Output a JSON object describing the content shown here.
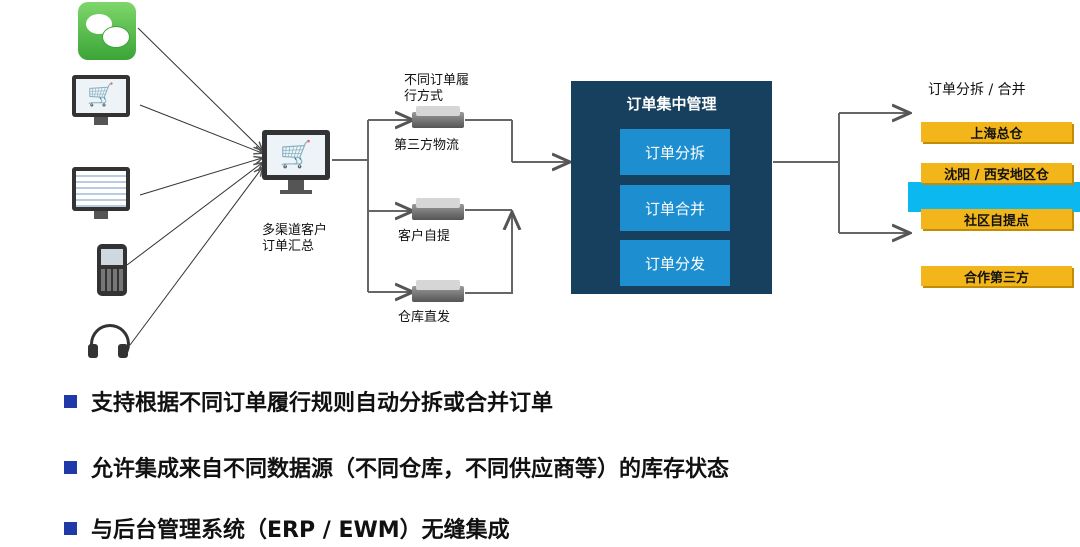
{
  "channels": {
    "hub_label_line1": "多渠道客户",
    "hub_label_line2": "订单汇总"
  },
  "fulfillment": {
    "header_line1": "不同订单履",
    "header_line2": "行方式",
    "options": [
      {
        "label": "第三方物流"
      },
      {
        "label": "客户自提"
      },
      {
        "label": "仓库直发"
      }
    ]
  },
  "center": {
    "title": "订单集中管理",
    "buttons": [
      {
        "label": "订单分拆"
      },
      {
        "label": "订单合并"
      },
      {
        "label": "订单分发"
      }
    ]
  },
  "destinations": {
    "header": "订单分拆 / 合并",
    "items": [
      {
        "label": "上海总仓"
      },
      {
        "label": "沈阳 / 西安地区仓"
      },
      {
        "label": "社区自提点"
      },
      {
        "label": "合作第三方"
      }
    ]
  },
  "bullets": [
    {
      "text": "支持根据不同订单履行规则自动分拆或合并订单"
    },
    {
      "text": "允许集成来自不同数据源（不同仓库，不同供应商等）的库存状态"
    },
    {
      "text": "与后台管理系统（ERP / EWM）无缝集成"
    }
  ],
  "colors": {
    "panel": "#16405e",
    "panel_button": "#1d8fd0",
    "destination": "#f2b61b",
    "highlight": "#0cb8f0",
    "bullet": "#1f3aa8"
  }
}
